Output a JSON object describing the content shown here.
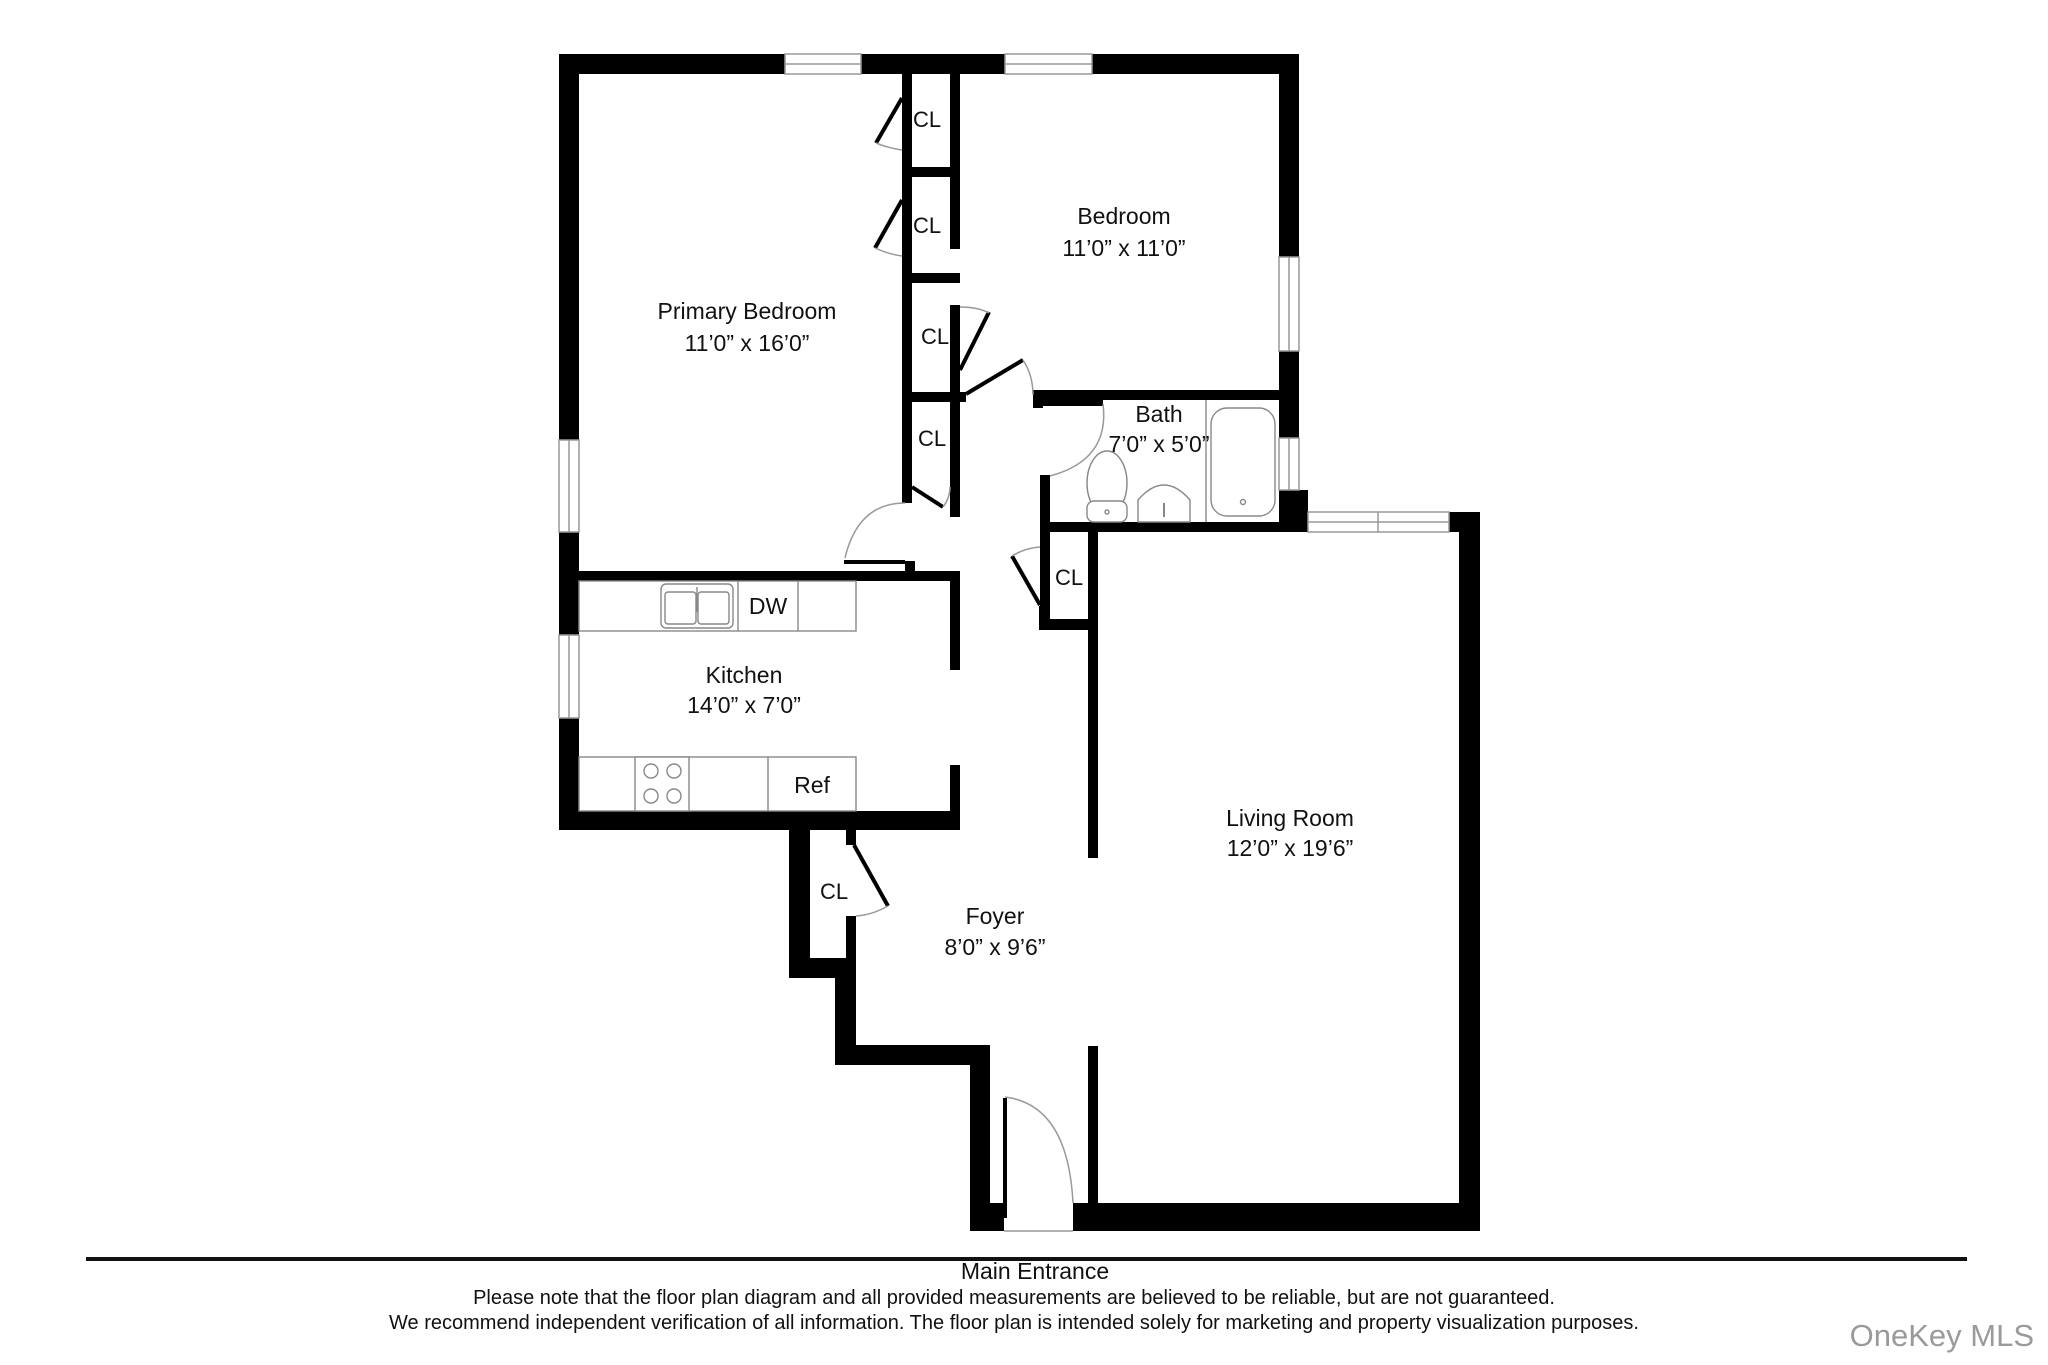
{
  "floor_plan": {
    "rooms": [
      {
        "id": "primary-bedroom",
        "name": "Primary Bedroom",
        "dimensions": "11’0” x 16’0”"
      },
      {
        "id": "bedroom",
        "name": "Bedroom",
        "dimensions": "11’0” x 11’0”"
      },
      {
        "id": "bath",
        "name": "Bath",
        "dimensions": "7’0” x 5’0”"
      },
      {
        "id": "kitchen",
        "name": "Kitchen",
        "dimensions": "14’0” x 7’0”"
      },
      {
        "id": "living-room",
        "name": "Living Room",
        "dimensions": "12’0” x 19’6”"
      },
      {
        "id": "foyer",
        "name": "Foyer",
        "dimensions": "8’0” x 9’6”"
      }
    ],
    "closets": [
      "CL",
      "CL",
      "CL",
      "CL",
      "CL",
      "CL"
    ],
    "appliances": {
      "dishwasher": "DW",
      "refrigerator": "Ref"
    },
    "entrance_label": "Main Entrance"
  },
  "footer": {
    "disclaimer_line1": "Please note that the floor plan diagram and all provided measurements are believed to be reliable, but are not guaranteed.",
    "disclaimer_line2": "We recommend independent verification of all information. The floor plan is intended solely for marketing and property visualization purposes.",
    "watermark": "OneKey MLS"
  }
}
